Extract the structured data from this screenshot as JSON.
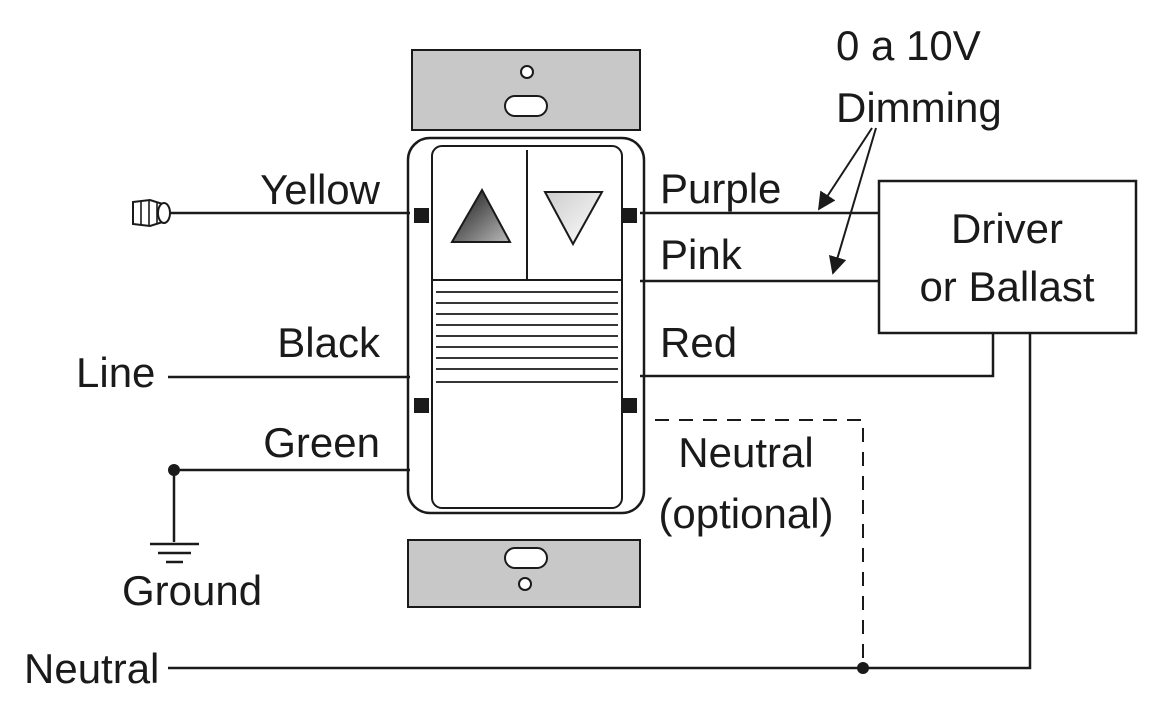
{
  "labels": {
    "yellow": "Yellow",
    "black": "Black",
    "line": "Line",
    "green": "Green",
    "ground": "Ground",
    "neutral_main": "Neutral",
    "purple": "Purple",
    "pink": "Pink",
    "red": "Red",
    "dimming_line1": "0 a 10V",
    "dimming_line2": "Dimming",
    "driver_line1": "Driver",
    "driver_line2": "or Ballast",
    "neutral_opt_line1": "Neutral",
    "neutral_opt_line2": "(optional)"
  },
  "colors": {
    "wire": "#1a1a1a",
    "plate": "#c8c8c8",
    "switch_body": "#ffffff",
    "background": "#ffffff"
  },
  "icons": {
    "up_button": "up-triangle-icon",
    "down_button": "down-triangle-icon",
    "wire_nut": "wire-nut-icon",
    "ground_symbol": "ground-symbol-icon"
  }
}
